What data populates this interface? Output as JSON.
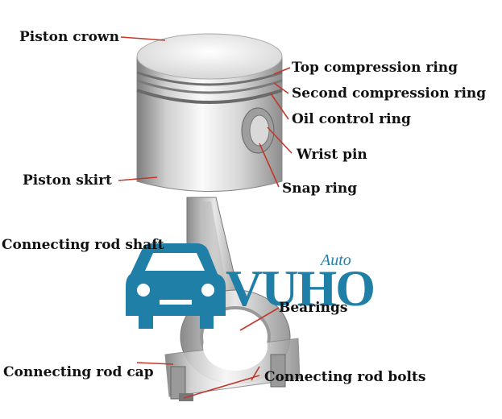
{
  "labels": {
    "piston_crown": "Piston crown",
    "top_compression_ring": "Top compression ring",
    "second_compression_ring": "Second compression ring",
    "oil_control_ring": "Oil control ring",
    "wrist_pin": "Wrist pin",
    "snap_ring": "Snap ring",
    "piston_skirt": "Piston skirt",
    "connecting_rod_shaft": "Connecting rod shaft",
    "bearings": "Bearings",
    "connecting_rod_cap": "Connecting rod cap",
    "connecting_rod_bolts": "Connecting rod bolts"
  },
  "watermark": {
    "brand": "VUHO",
    "script": "Auto",
    "color": "#1f7fa6"
  },
  "colors": {
    "leader_line": "#c0392b",
    "metal_light": "#f2f2f2",
    "metal_dark": "#8a8a8a"
  },
  "icons": {
    "watermark_car": "car-front-icon"
  }
}
